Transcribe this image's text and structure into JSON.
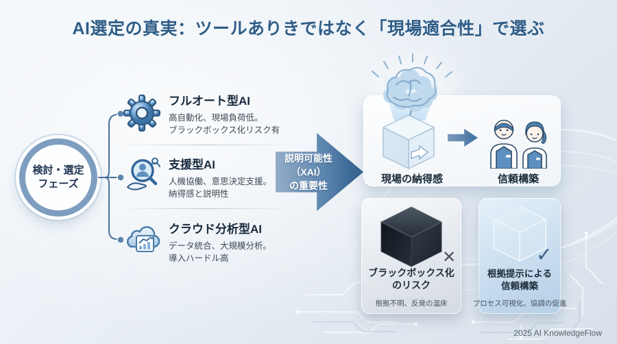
{
  "title": "AI選定の真実：ツールありきではなく「現場適合性」で選ぶ",
  "phase_circle": {
    "line1": "検討・選定",
    "line2": "フェーズ"
  },
  "ai_types": [
    {
      "icon": "gear-icon",
      "title": "フルオート型AI",
      "desc1": "高自動化、現場負荷低。",
      "desc2": "ブラックボックス化リスク有"
    },
    {
      "icon": "magnifier-person-icon",
      "title": "支援型AI",
      "desc1": "人機協働、意思決定支援。",
      "desc2": "納得感と説明性"
    },
    {
      "icon": "cloud-analytics-icon",
      "title": "クラウド分析型AI",
      "desc1": "データ統合、大規模分析。",
      "desc2": "導入ハードル高"
    }
  ],
  "xai_arrow": {
    "line1": "説明可能性",
    "line2": "（XAI）",
    "line3": "の重要性"
  },
  "outcome_panel": {
    "left_label": "現場の納得感",
    "right_label": "信頼構築"
  },
  "risk_panel": {
    "title1": "ブラックボックス化",
    "title2": "のリスク",
    "subtitle": "根拠不明、反発の温床",
    "mark": "✕"
  },
  "trust_panel": {
    "title1": "根拠提示による",
    "title2": "信頼構築",
    "subtitle": "プロセス可視化、協調の促進",
    "mark": "✓"
  },
  "footer": "2025 AI KnowledgeFlow",
  "colors": {
    "title": "#2f5d87",
    "arrow_start": "#93adc8",
    "arrow_end": "#2d5c8b",
    "accent_blue": "#5d8fc0",
    "dark_cube": "#1c242e"
  }
}
